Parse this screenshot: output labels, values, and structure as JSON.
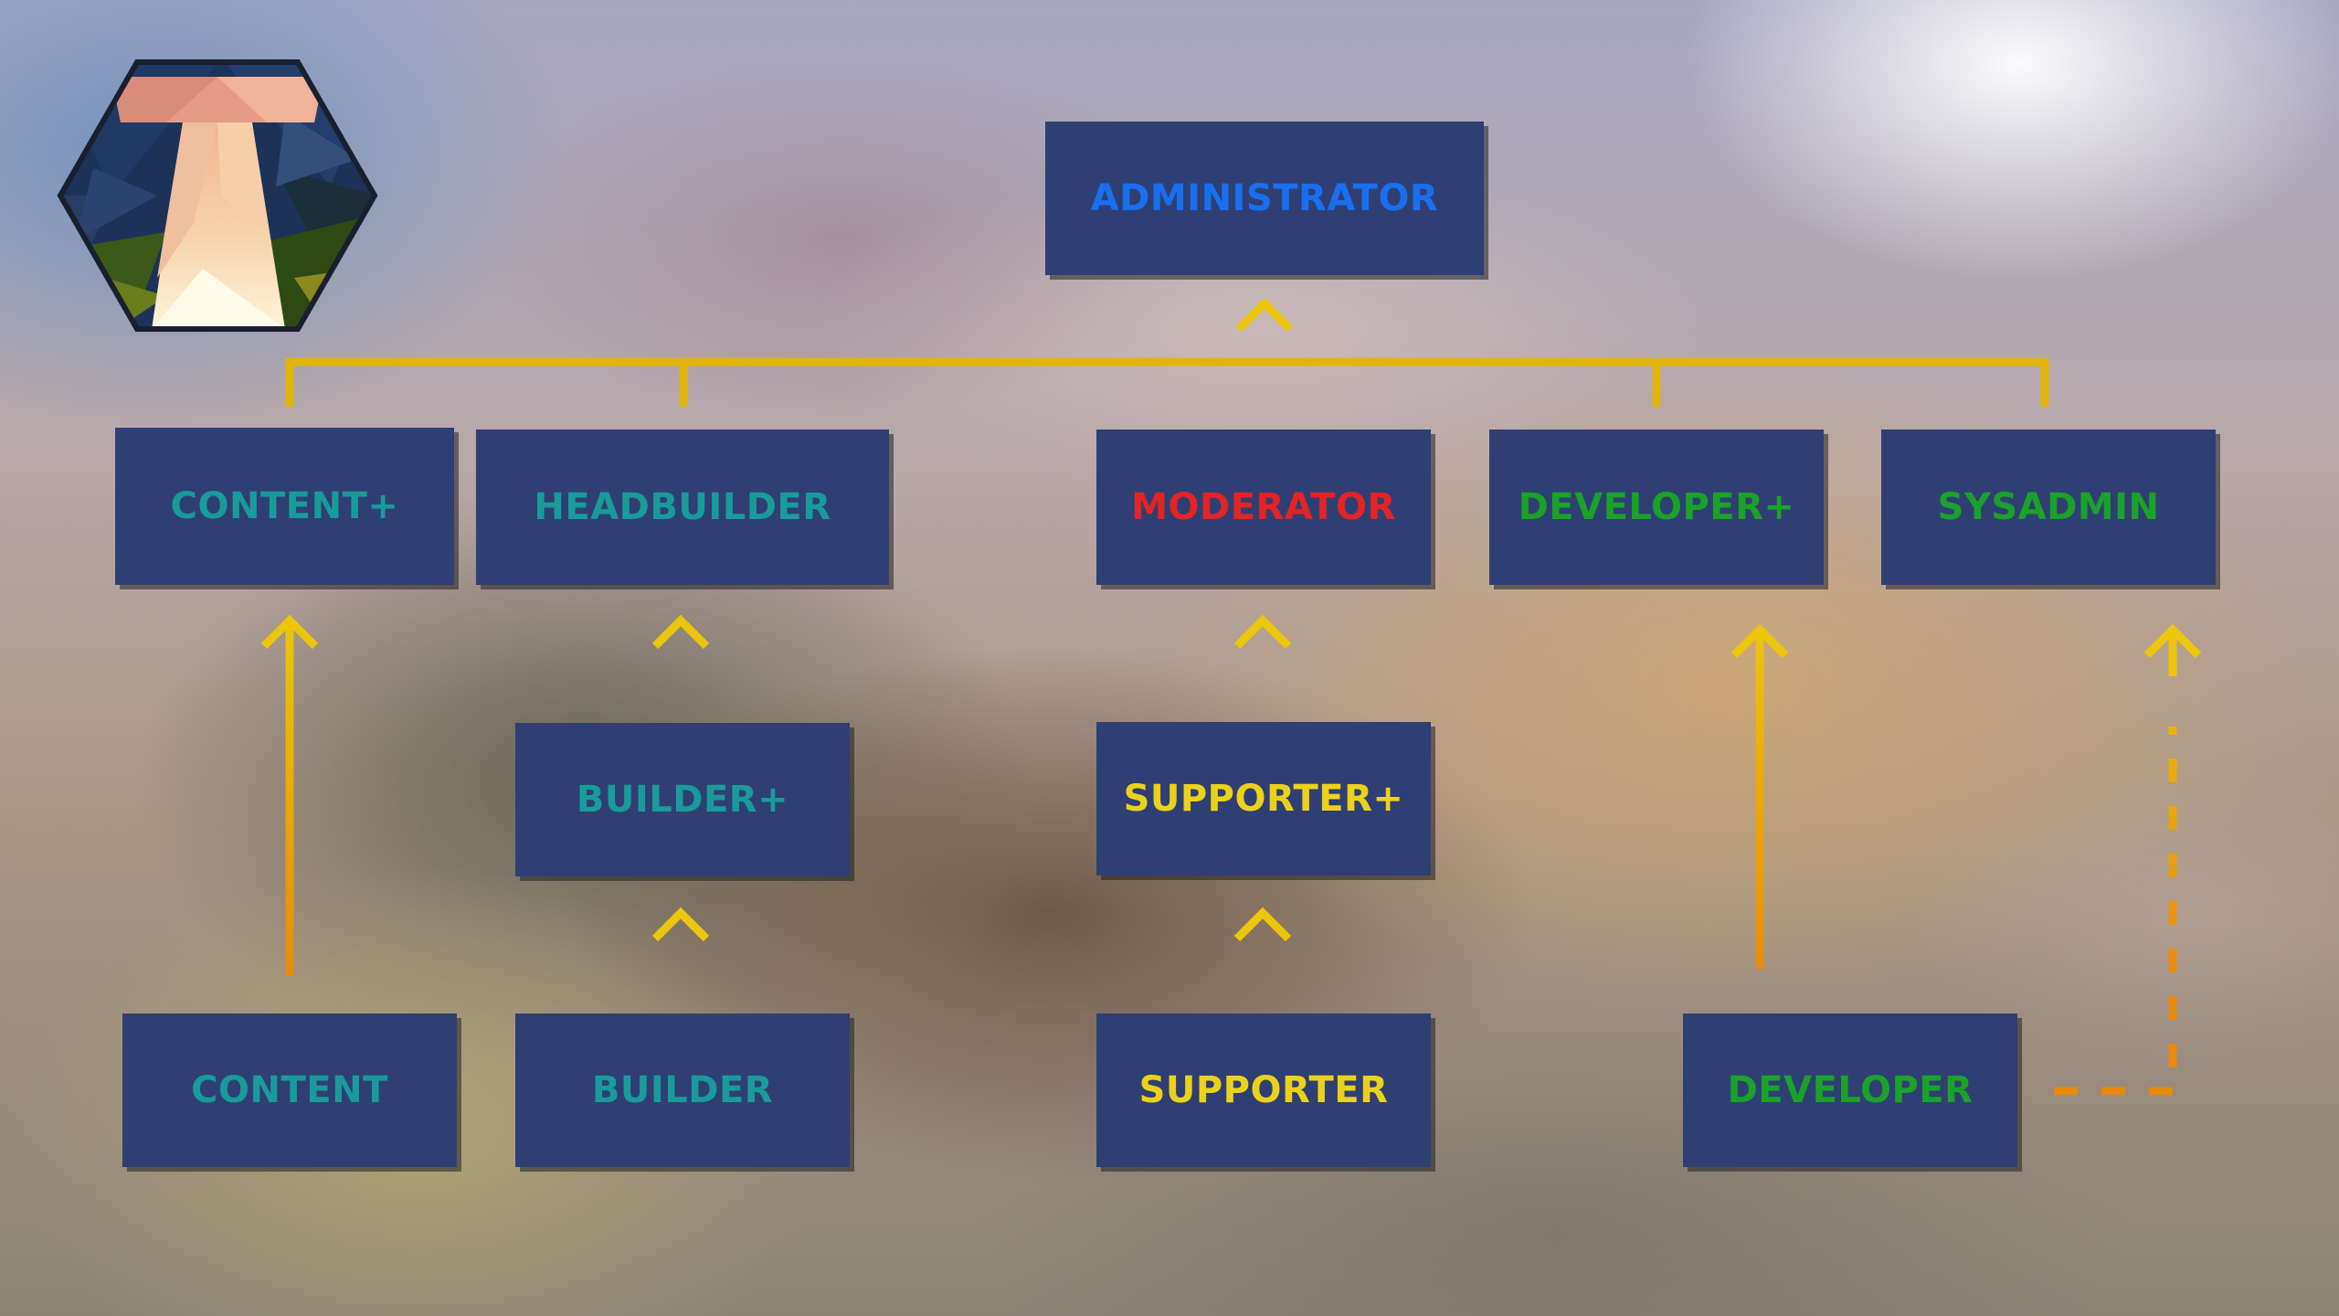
{
  "diagram": {
    "type": "role-hierarchy",
    "colors": {
      "box_fill": "#2f3f74",
      "connector": "#e3b50c",
      "connector_dark": "#e88a10",
      "admin_text": "#1a6ff0",
      "content_builder_text": "#199b9b",
      "moderator_text": "#e32424",
      "supporter_text": "#ebd21a",
      "developer_text": "#1aa229"
    },
    "roles": {
      "administrator": "ADMINISTRATOR",
      "content_plus": "CONTENT+",
      "headbuilder": "HEADBUILDER",
      "moderator": "MODERATOR",
      "developer_plus": "DEVELOPER+",
      "sysadmin": "SYSADMIN",
      "builder_plus": "BUILDER+",
      "supporter_plus": "SUPPORTER+",
      "content": "CONTENT",
      "builder": "BUILDER",
      "supporter": "SUPPORTER",
      "developer": "DEVELOPER"
    },
    "links": [
      {
        "from": "content_plus",
        "to": "administrator",
        "style": "solid"
      },
      {
        "from": "headbuilder",
        "to": "administrator",
        "style": "solid"
      },
      {
        "from": "moderator",
        "to": "administrator",
        "style": "solid"
      },
      {
        "from": "developer_plus",
        "to": "administrator",
        "style": "solid"
      },
      {
        "from": "sysadmin",
        "to": "administrator",
        "style": "solid"
      },
      {
        "from": "content",
        "to": "content_plus",
        "style": "solid"
      },
      {
        "from": "builder_plus",
        "to": "headbuilder",
        "style": "solid"
      },
      {
        "from": "builder",
        "to": "builder_plus",
        "style": "solid"
      },
      {
        "from": "supporter_plus",
        "to": "moderator",
        "style": "solid"
      },
      {
        "from": "supporter",
        "to": "supporter_plus",
        "style": "solid"
      },
      {
        "from": "developer",
        "to": "developer_plus",
        "style": "solid"
      },
      {
        "from": "developer",
        "to": "sysadmin",
        "style": "dashed"
      }
    ]
  },
  "logo": {
    "icon": "hexagon-tower-logo-icon"
  }
}
